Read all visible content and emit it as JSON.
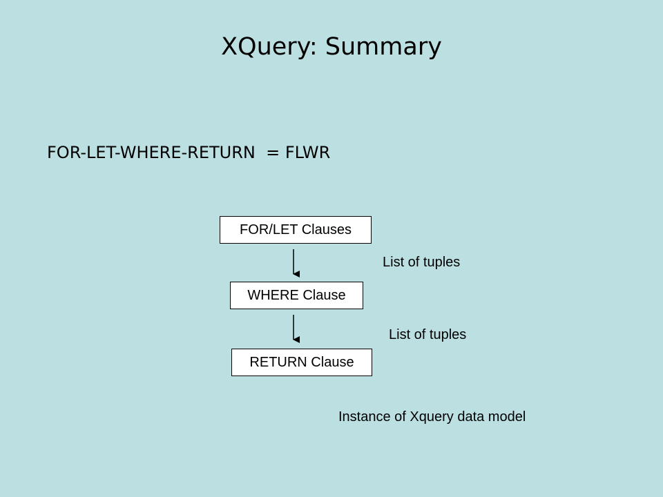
{
  "slide": {
    "title": "XQuery: Summary",
    "subtitle": "FOR-LET-WHERE-RETURN  = FLWR"
  },
  "flow": {
    "boxes": [
      {
        "label": "FOR/LET Clauses"
      },
      {
        "label": "WHERE Clause"
      },
      {
        "label": "RETURN Clause"
      }
    ],
    "annotations": [
      {
        "text": "List of tuples"
      },
      {
        "text": "List of tuples"
      },
      {
        "text": "Instance of Xquery data model"
      }
    ]
  },
  "colors": {
    "background": "#bce0e2",
    "box_fill": "#ffffff",
    "stroke": "#000000"
  }
}
